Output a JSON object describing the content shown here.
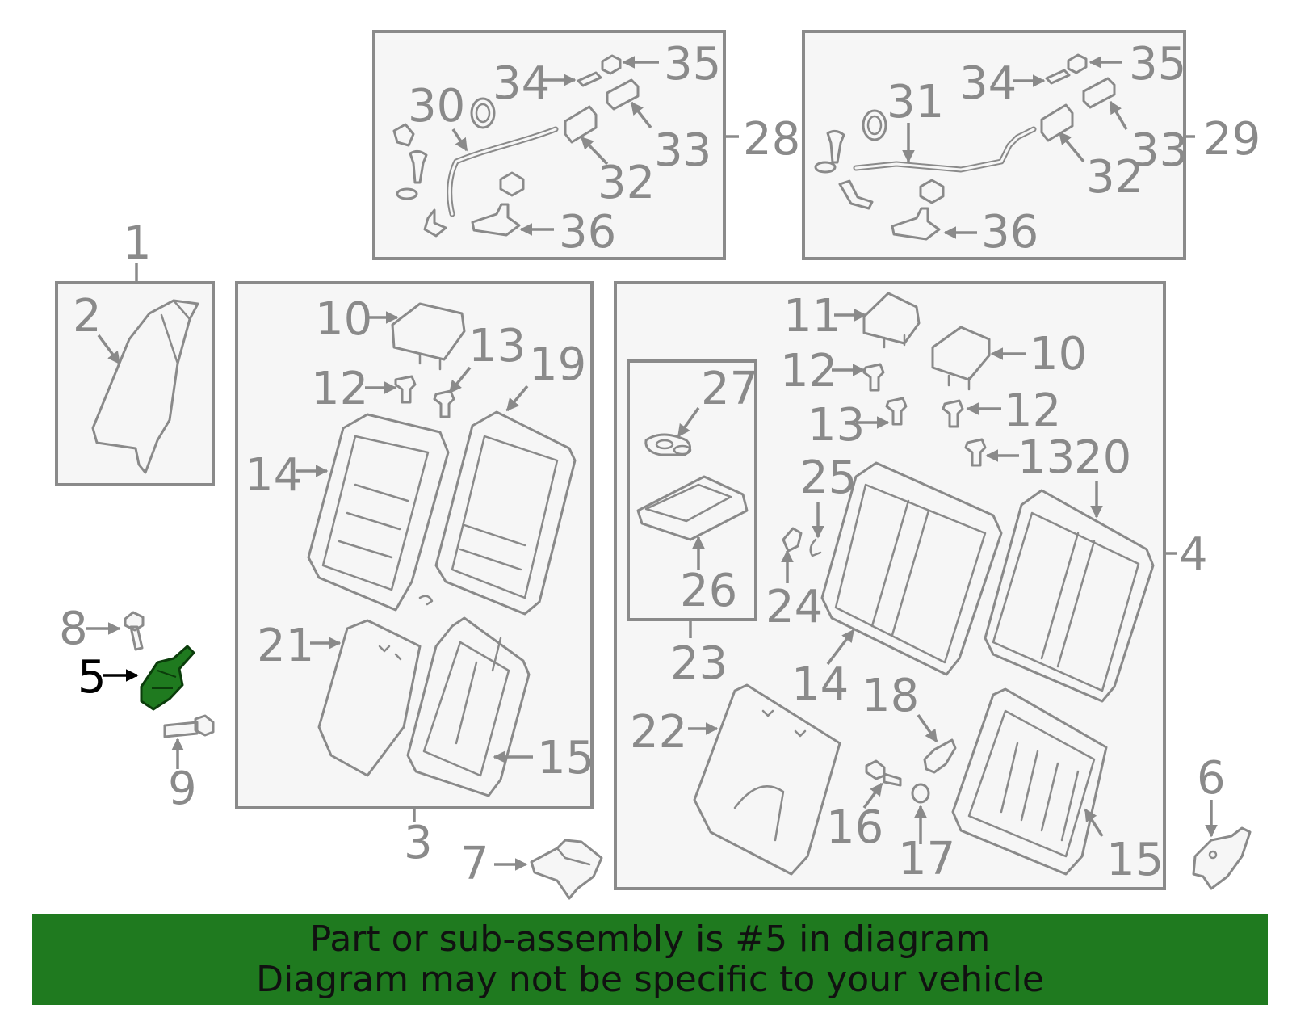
{
  "colors": {
    "line": "#8a8a8a",
    "fill": "#f6f6f6",
    "highlight_part": "#1f7a1f",
    "banner_bg": "#1f7a1f",
    "banner_text": "#111111"
  },
  "highlighted_part": "5",
  "callouts": {
    "c1": "1",
    "c2": "2",
    "c3": "3",
    "c4": "4",
    "c5": "5",
    "c6": "6",
    "c7": "7",
    "c8": "8",
    "c9": "9",
    "c10a": "10",
    "c10b": "10",
    "c11": "11",
    "c12a": "12",
    "c12b": "12",
    "c12c": "12",
    "c13a": "13",
    "c13b": "13",
    "c13c": "13",
    "c14a": "14",
    "c14b": "14",
    "c15a": "15",
    "c15b": "15",
    "c16": "16",
    "c17": "17",
    "c18": "18",
    "c19": "19",
    "c20": "20",
    "c21": "21",
    "c22": "22",
    "c23": "23",
    "c24": "24",
    "c25": "25",
    "c26": "26",
    "c27": "27",
    "c28": "28",
    "c29": "29",
    "c30": "30",
    "c31": "31",
    "c32a": "32",
    "c32b": "32",
    "c33a": "33",
    "c33b": "33",
    "c34a": "34",
    "c34b": "34",
    "c35a": "35",
    "c35b": "35",
    "c36a": "36",
    "c36b": "36"
  },
  "banner": {
    "line1": "Part or sub-assembly is #5 in diagram",
    "line2": "Diagram may not be specific to your vehicle"
  }
}
